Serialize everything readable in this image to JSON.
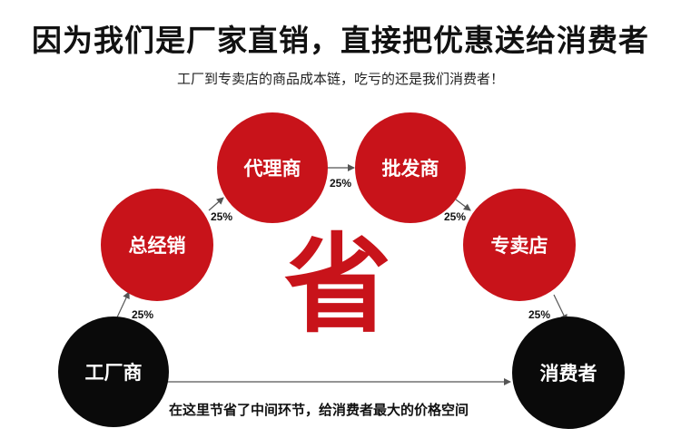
{
  "title": "因为我们是厂家直销，直接把优惠送给消费者",
  "subtitle": "工厂到专卖店的商品成本链，吃亏的还是我们消费者！",
  "nodes": {
    "factory": "工厂商",
    "distributor": "总经销",
    "agent": "代理商",
    "wholesaler": "批发商",
    "store": "专卖店",
    "consumer": "消费者"
  },
  "markups": {
    "factory_to_distributor": "25%",
    "distributor_to_agent": "25%",
    "agent_to_wholesaler": "25%",
    "wholesaler_to_store": "25%",
    "store_to_consumer": "25%"
  },
  "center_char": "省",
  "caption": "在这里节省了中间环节，给消费者最大的价格空间",
  "colors": {
    "red": "#c8131a",
    "black": "#0a0a0a"
  }
}
